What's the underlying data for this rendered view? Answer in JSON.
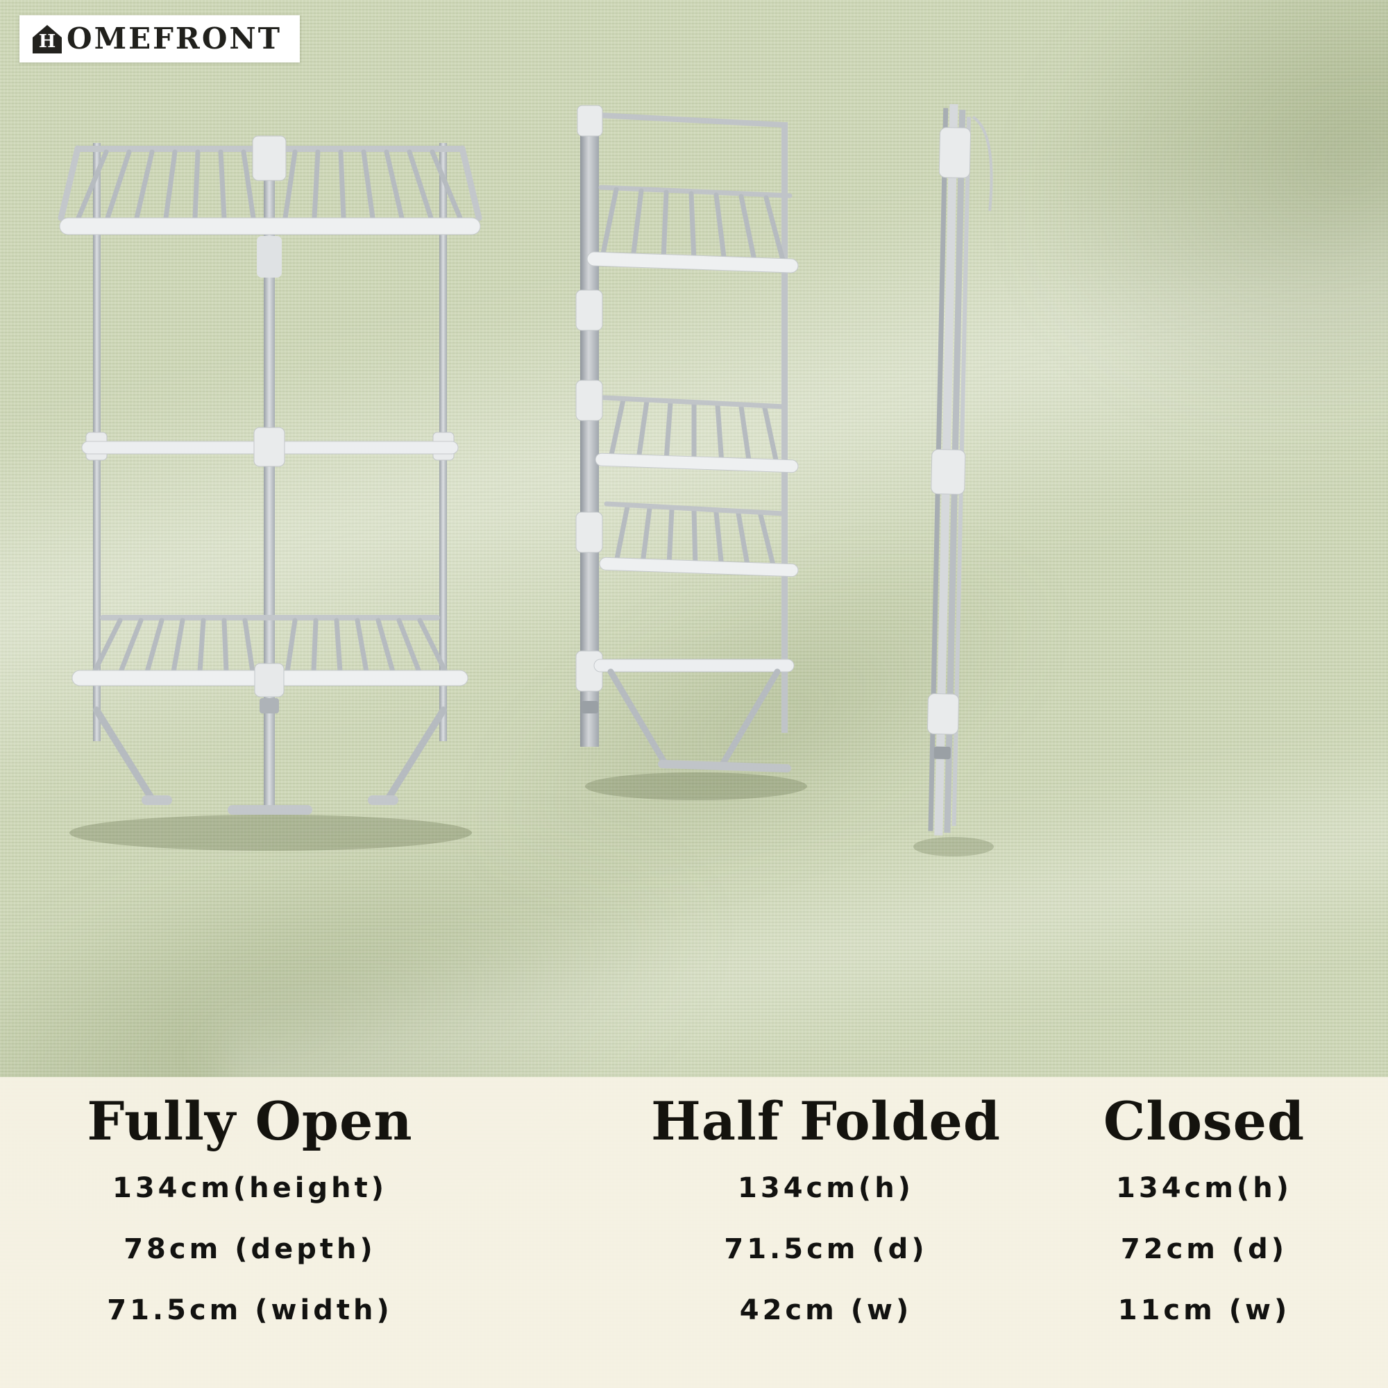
{
  "brand": {
    "initial": "H",
    "rest": "OMEFRONT"
  },
  "columns": [
    {
      "title": "Fully Open",
      "specs": [
        "134cm(height)",
        "78cm (depth)",
        "71.5cm (width)"
      ]
    },
    {
      "title": "Half Folded",
      "specs": [
        "134cm(h)",
        "71.5cm (d)",
        "42cm (w)"
      ]
    },
    {
      "title": "Closed",
      "specs": [
        "134cm(h)",
        "72cm (d)",
        "11cm (w)"
      ]
    }
  ],
  "images": [
    {
      "name": "rack-fully-open"
    },
    {
      "name": "rack-half-folded"
    },
    {
      "name": "rack-closed"
    }
  ],
  "colors": {
    "background": "#cfd8b9",
    "band": "#f6f1e3",
    "text": "#14130e",
    "rack_grey": "#c0c4c8"
  }
}
